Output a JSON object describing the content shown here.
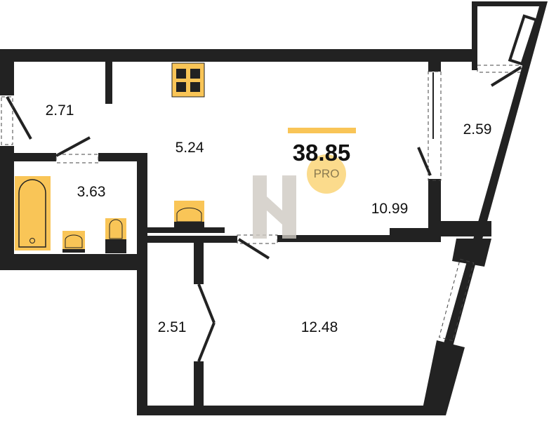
{
  "plan": {
    "total_area": "38.85",
    "badge": "PRO",
    "rooms": [
      {
        "id": "hall",
        "area": "2.71"
      },
      {
        "id": "corridor",
        "area": "5.24"
      },
      {
        "id": "bathroom",
        "area": "3.63"
      },
      {
        "id": "kitchen-living",
        "area": "10.99"
      },
      {
        "id": "balcony",
        "area": "2.59"
      },
      {
        "id": "wardrobe",
        "area": "2.51"
      },
      {
        "id": "bedroom",
        "area": "12.48"
      }
    ]
  },
  "colors": {
    "wall": "#222222",
    "fixture": "#F9C557",
    "accent": "#F9C557",
    "badge": "#FBDB8C",
    "watermark": "#d8d4ce"
  }
}
